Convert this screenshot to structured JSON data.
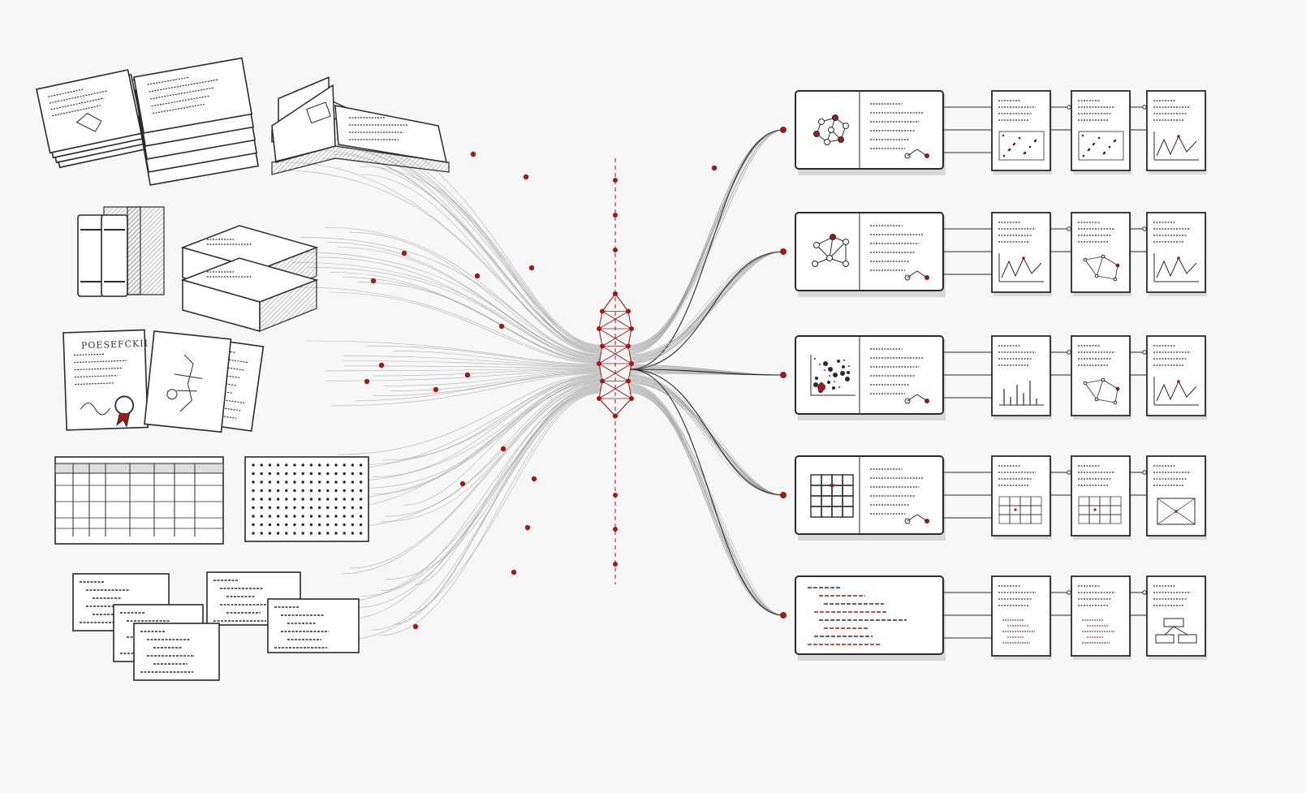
{
  "colors": {
    "ink": "#2a2a2a",
    "paper": "#ffffff",
    "accent": "#9b1c1c",
    "flow": "#8a8a8a",
    "hatch": "#6a6a6a"
  },
  "sources": [
    {
      "id": "papers",
      "icon": "paper-stack-icon"
    },
    {
      "id": "books",
      "icon": "book-stack-icon"
    },
    {
      "id": "certificates",
      "icon": "certificate-icon",
      "title": "POESEFCKII"
    },
    {
      "id": "tables",
      "icon": "data-table-icon"
    },
    {
      "id": "code",
      "icon": "code-snippet-icon"
    }
  ],
  "hub": {
    "icon": "lattice-hub-icon"
  },
  "outputs": [
    {
      "id": "molecule",
      "icon": "molecule-graph-icon",
      "pages": [
        "scatter",
        "scatter",
        "line"
      ]
    },
    {
      "id": "network",
      "icon": "network-graph-icon",
      "pages": [
        "line",
        "figure",
        "line"
      ]
    },
    {
      "id": "particles",
      "icon": "particle-scatter-icon",
      "pages": [
        "bars",
        "network",
        "line"
      ]
    },
    {
      "id": "grid",
      "icon": "grid-matrix-icon",
      "pages": [
        "grid",
        "grid",
        "box"
      ]
    },
    {
      "id": "code",
      "icon": "code-block-icon",
      "pages": [
        "text",
        "text",
        "flow"
      ]
    }
  ]
}
